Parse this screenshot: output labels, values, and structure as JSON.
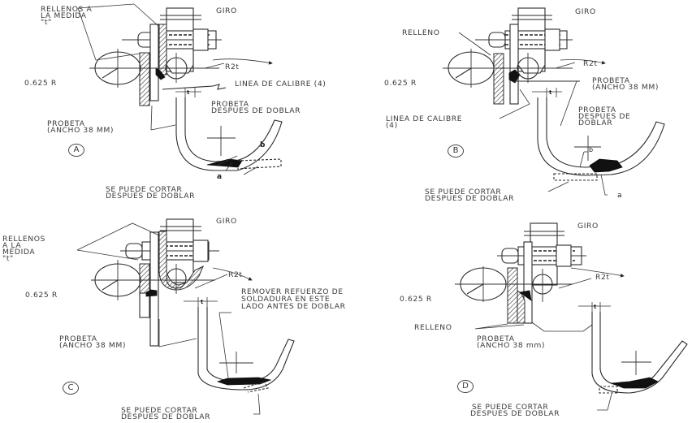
{
  "panels": [
    {
      "id": "A",
      "badge": "A",
      "labels": {
        "fillers": [
          "RELLENOS A",
          "LA MEDIDA",
          "\"t\""
        ],
        "rotation": "GIRO",
        "radius_bend": "R2t",
        "radius_roller": "0.625 R",
        "gauge_line": "LINEA DE CALIBRE (4)",
        "specimen_after": [
          "PROBETA",
          "DESPUES DE DOBLAR"
        ],
        "specimen": [
          "PROBETA",
          "(ANCHO 38 MM)"
        ],
        "cut": [
          "SE PUEDE CORTAR",
          "DESPUES DE DOBLAR"
        ],
        "thickness": "t",
        "mark_a": "a",
        "mark_b": "b"
      }
    },
    {
      "id": "B",
      "badge": "B",
      "labels": {
        "filler": "RELLENO",
        "rotation": "GIRO",
        "radius_bend": "R2t",
        "radius_roller": "0.625 R",
        "specimen": [
          "PROBETA",
          "(ANCHO 38 MM)"
        ],
        "gauge_line": [
          "LINEA DE CALIBRE",
          "(4)"
        ],
        "specimen_after": [
          "PROBETA",
          "DESPUES DE",
          "DOBLAR"
        ],
        "cut": [
          "SE PUEDE CORTAR",
          "DESPUES DE DOBLAR"
        ],
        "thickness": "t",
        "mark_a": "a",
        "mark_b": "b"
      }
    },
    {
      "id": "C",
      "badge": "C",
      "labels": {
        "fillers": [
          "RELLENOS",
          "A LA",
          "MEDIDA",
          "\"t\""
        ],
        "rotation": "GIRO",
        "radius_bend": "R2t",
        "radius_roller": "0.625 R",
        "remove": [
          "REMOVER REFUERZO DE",
          "SOLDADURA EN ESTE",
          "LADO ANTES DE DOBLAR"
        ],
        "specimen": [
          "PROBETA",
          "(ANCHO 38 MM)"
        ],
        "cut": [
          "SE PUEDE CORTAR",
          "DESPUES DE DOBLAR"
        ],
        "thickness": "t"
      }
    },
    {
      "id": "D",
      "badge": "D",
      "labels": {
        "rotation": "GIRO",
        "radius_bend": "R2t",
        "radius_roller": "0.625 R",
        "filler": "RELLENO",
        "specimen": [
          "PROBETA",
          "(ANCHO 38 mm)"
        ],
        "cut": [
          "SE PUEDE CORTAR",
          "DESPUES DE DOBLAR"
        ],
        "thickness": "t"
      }
    }
  ]
}
